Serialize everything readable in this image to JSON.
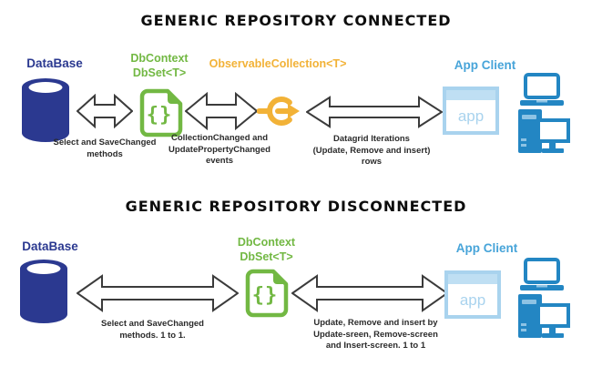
{
  "colors": {
    "navy": "#2b3990",
    "green": "#72b843",
    "amber": "#f2b237",
    "app_blue": "#47a4d9",
    "pale_blue": "#a9d3ee",
    "pale_blue_fill": "#bfdff3",
    "device_blue": "#2386c3",
    "arrow_outline": "#3b3b3b",
    "caption_text": "#2b2b2b",
    "title_text": "#0d0d0d"
  },
  "sections": [
    {
      "title": "GENERIC REPOSITORY CONNECTED",
      "database": {
        "label": "DataBase"
      },
      "dbcontext": {
        "label": "DbContext\nDbSet<T>",
        "braces_glyph": "{}"
      },
      "observable_collection": {
        "label": "ObservableCollection<T>"
      },
      "app_client": {
        "label": "App Client",
        "window_text": "app"
      },
      "captions": {
        "database_to_dbcontext": "Select and SaveChanged\nmethods",
        "dbcontext_to_collection": "CollectionChanged and\nUpdatePropertyChanged\nevents",
        "collection_to_appclient": "Datagrid Iterations\n(Update, Remove and insert)\nrows"
      }
    },
    {
      "title": "GENERIC REPOSITORY DISCONNECTED",
      "database": {
        "label": "DataBase"
      },
      "dbcontext": {
        "label": "DbContext\nDbSet<T>",
        "braces_glyph": "{}"
      },
      "app_client": {
        "label": "App Client",
        "window_text": "app"
      },
      "captions": {
        "database_to_dbcontext": "Select and SaveChanged\nmethods. 1 to 1.",
        "dbcontext_to_appclient": "Update, Remove and insert by\nUpdate-sreen, Remove-screen\nand Insert-screen. 1 to 1"
      }
    }
  ]
}
